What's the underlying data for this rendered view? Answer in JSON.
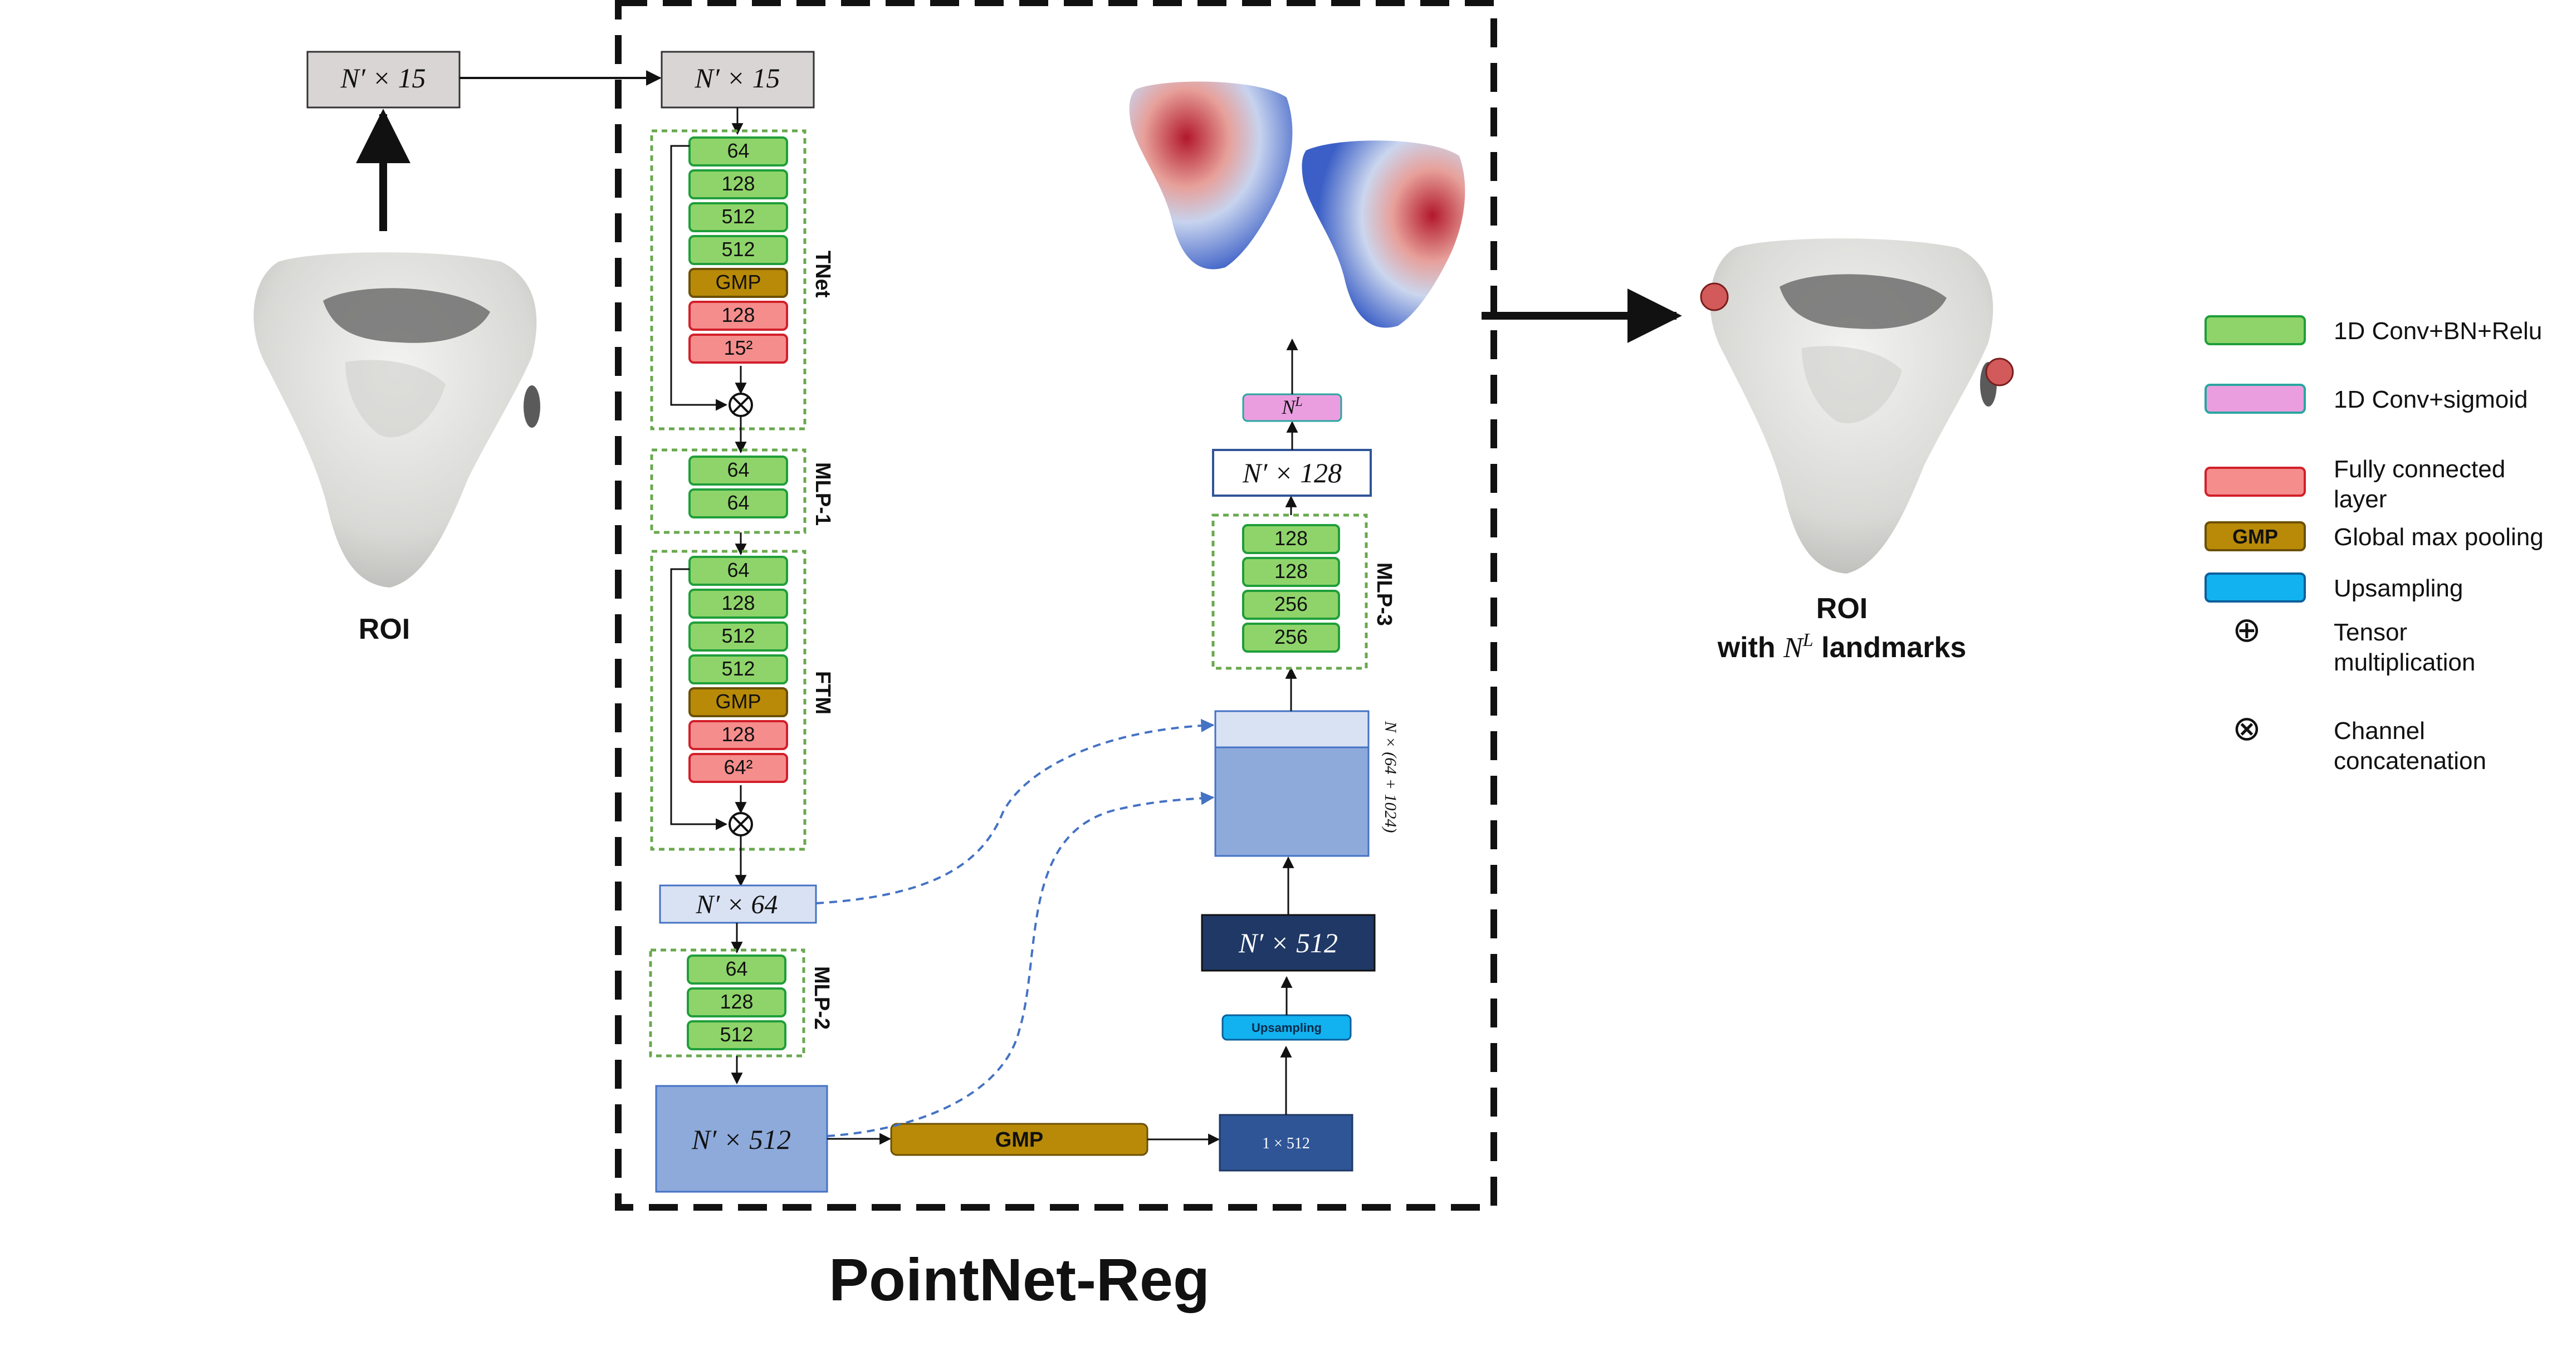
{
  "input": {
    "left_box": "N′ × 15",
    "main_box": "N′ × 15",
    "roi_label": "ROI"
  },
  "tnet": {
    "label": "TNet",
    "layers": [
      "64",
      "128",
      "512",
      "512",
      "GMP",
      "128",
      "15²"
    ]
  },
  "mlp1": {
    "label": "MLP-1",
    "layers": [
      "64",
      "64"
    ]
  },
  "ftm": {
    "label": "FTM",
    "layers": [
      "64",
      "128",
      "512",
      "512",
      "GMP",
      "128",
      "64²"
    ]
  },
  "feature_box": "N′ × 64",
  "mlp2": {
    "label": "MLP-2",
    "layers": [
      "64",
      "128",
      "512"
    ]
  },
  "bottom_box": "N′ × 512",
  "gmp_bar": "GMP",
  "global_box": "1 × 512",
  "upsampling": "Upsampling",
  "up_box": "N′ × 512",
  "concat_label": "N × (64 + 1024)",
  "mlp3": {
    "label": "MLP-3",
    "layers": [
      "128",
      "128",
      "256",
      "256"
    ]
  },
  "out_box": "N′ × 128",
  "nl_box": "N",
  "nl_sup": "L",
  "title": "PointNet-Reg",
  "result": {
    "roi": "ROI",
    "with_prefix": "with ",
    "n": "N",
    "sup": "L",
    "suffix": " landmarks"
  },
  "legend": [
    {
      "label_lines": [
        "1D Conv+BN+Relu"
      ],
      "swatch": "conv"
    },
    {
      "label_lines": [
        "1D Conv+sigmoid"
      ],
      "swatch": "sigmoid"
    },
    {
      "label_lines": [
        "Fully connected",
        "layer"
      ],
      "swatch": "fc"
    },
    {
      "label_lines": [
        "Global max pooling"
      ],
      "swatch": "gmp",
      "swatch_text": "GMP"
    },
    {
      "label_lines": [
        "Upsampling"
      ],
      "swatch": "up"
    },
    {
      "label_lines": [
        "Tensor",
        "multiplication"
      ],
      "symbol": "⊕"
    },
    {
      "label_lines": [
        "Channel",
        "concatenation"
      ],
      "symbol": "⊗"
    }
  ],
  "colors": {
    "conv_fill": "#8fd46a",
    "conv_stroke": "#1f9e3a",
    "fc_fill": "#f58d8d",
    "fc_stroke": "#d21f2a",
    "gmp_fill": "#b88a08",
    "gmp_stroke": "#6b5005",
    "sigmoid_fill": "#ea9ee0",
    "sigmoid_stroke": "#2aa6a0",
    "up_fill": "#11b2ef",
    "up_stroke": "#0a5f9a",
    "dark_navy": "#1f3865",
    "mid_blue": "#8eaadb",
    "light_blue": "#d9e2f3",
    "grey_box": "#d9d5d5",
    "dashed_green": "#6aa84f"
  }
}
